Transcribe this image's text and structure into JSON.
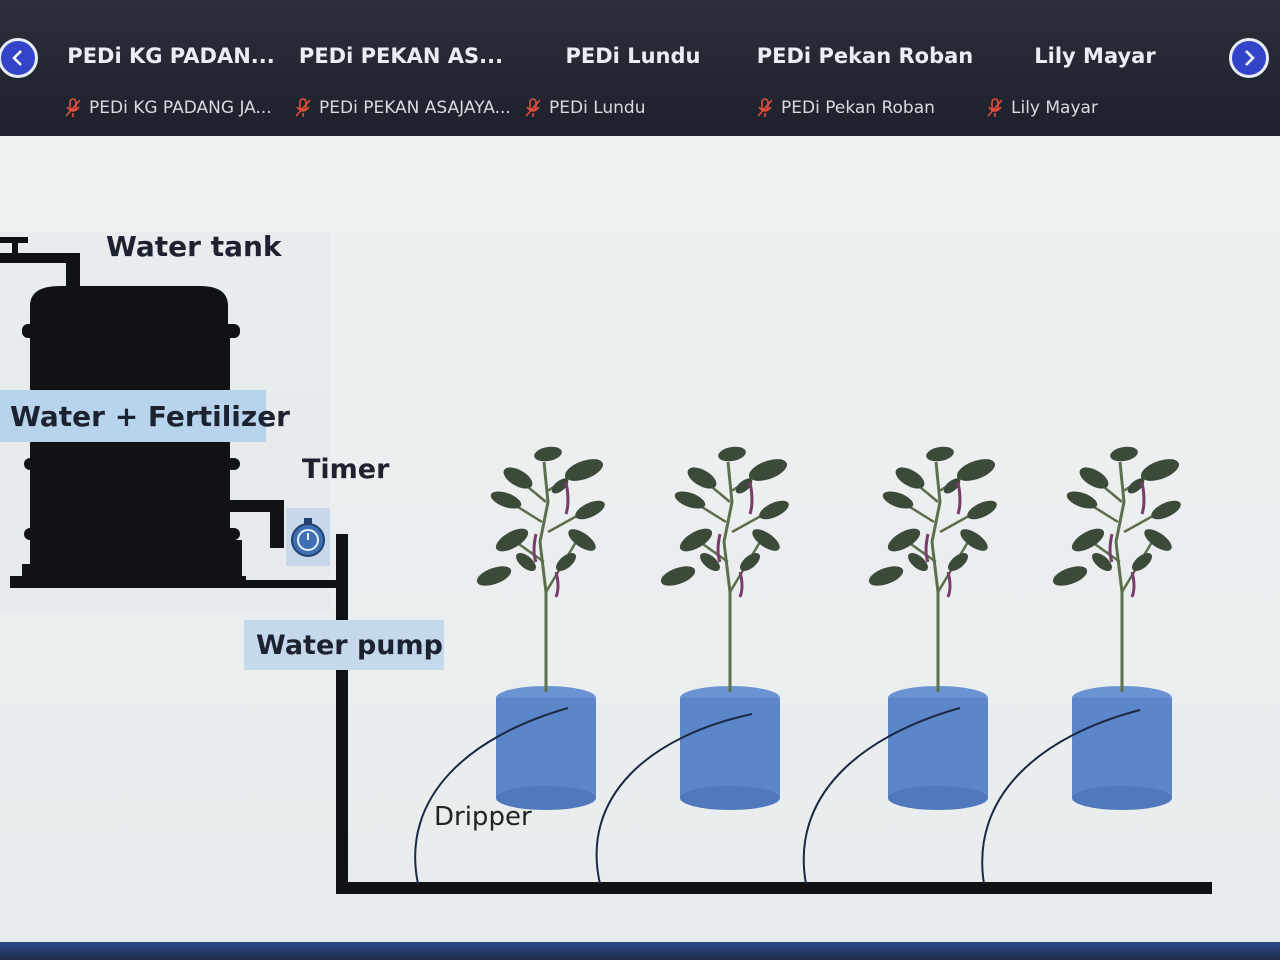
{
  "participants": [
    {
      "tile_name": "PEDi KG PADAN...",
      "mic_label": "PEDi KG PADANG JA..."
    },
    {
      "tile_name": "PEDi PEKAN AS...",
      "mic_label": "PEDi PEKAN ASAJAYA..."
    },
    {
      "tile_name": "PEDi Lundu",
      "mic_label": "PEDi Lundu"
    },
    {
      "tile_name": "PEDi Pekan Roban",
      "mic_label": "PEDi Pekan Roban"
    },
    {
      "tile_name": "Lily Mayar",
      "mic_label": "Lily Mayar"
    }
  ],
  "nav": {
    "prev_icon": "chevron-left-icon",
    "next_icon": "chevron-right-icon"
  },
  "diagram": {
    "water_tank": "Water tank",
    "contents": "Water + Fertilizer",
    "timer": "Timer",
    "water_pump": "Water pump",
    "dripper": "Dripper"
  },
  "colors": {
    "accent": "#3344c9",
    "pot": "#5b86c9",
    "label_bg": "#b8d4ec",
    "leaf": "#3c4a3a"
  }
}
